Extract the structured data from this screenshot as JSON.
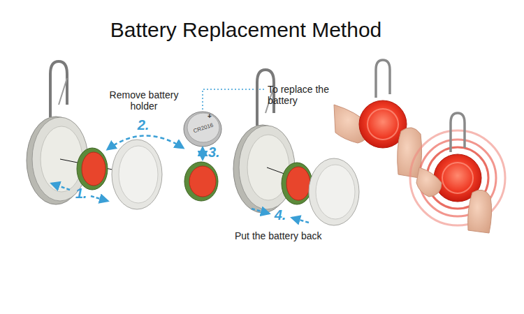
{
  "diagram": {
    "title": "Battery Replacement Method",
    "labels": [
      "Remove battery holder",
      "To replace the battery",
      "+",
      "CR2016",
      "1.",
      "2.",
      "3.",
      "4.",
      "Put the battery back"
    ]
  }
}
